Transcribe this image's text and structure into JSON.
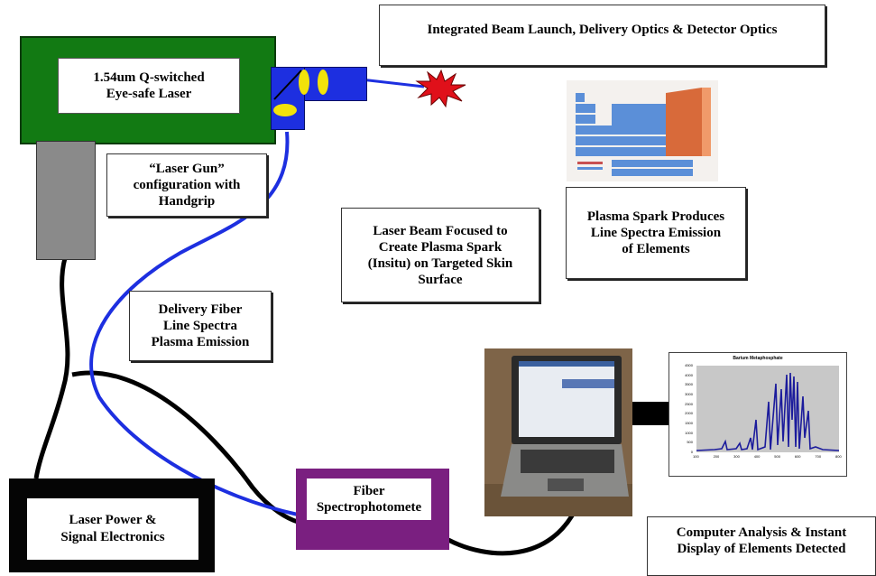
{
  "laser": {
    "label": "1.54um Q-switched\nEye-safe Laser"
  },
  "callouts": {
    "optics": "Integrated Beam Launch, Delivery Optics & Detector Optics",
    "laser_gun": "“Laser Gun”\nconfiguration with\nHandgrip",
    "beam_focus": "Laser Beam Focused to\nCreate Plasma Spark\n(Insitu) on Targeted Skin\nSurface",
    "plasma_spark": "Plasma Spark Produces\nLine Spectra Emission\nof Elements",
    "delivery_fiber": "Delivery Fiber\nLine Spectra\nPlasma Emission",
    "computer": "Computer Analysis & Instant\nDisplay of Elements Detected"
  },
  "power": {
    "label": "Laser Power &\nSignal Electronics"
  },
  "spectrophotometer": {
    "label": "Fiber\nSpectrophotomete"
  },
  "spectrum_chart": {
    "title": "Barium Metaphosphate",
    "y_ticks": [
      "4500",
      "4000",
      "3500",
      "3000",
      "2500",
      "2000",
      "1500",
      "1000",
      "500",
      "0"
    ],
    "x_ticks": [
      "100",
      "200",
      "300",
      "400",
      "500",
      "600",
      "700",
      "800"
    ]
  },
  "colors": {
    "laser_green": "#127a13",
    "fiber_blue": "#1d2fe0",
    "spectro_purple": "#7a1f80",
    "spark_red": "#e0101a"
  }
}
